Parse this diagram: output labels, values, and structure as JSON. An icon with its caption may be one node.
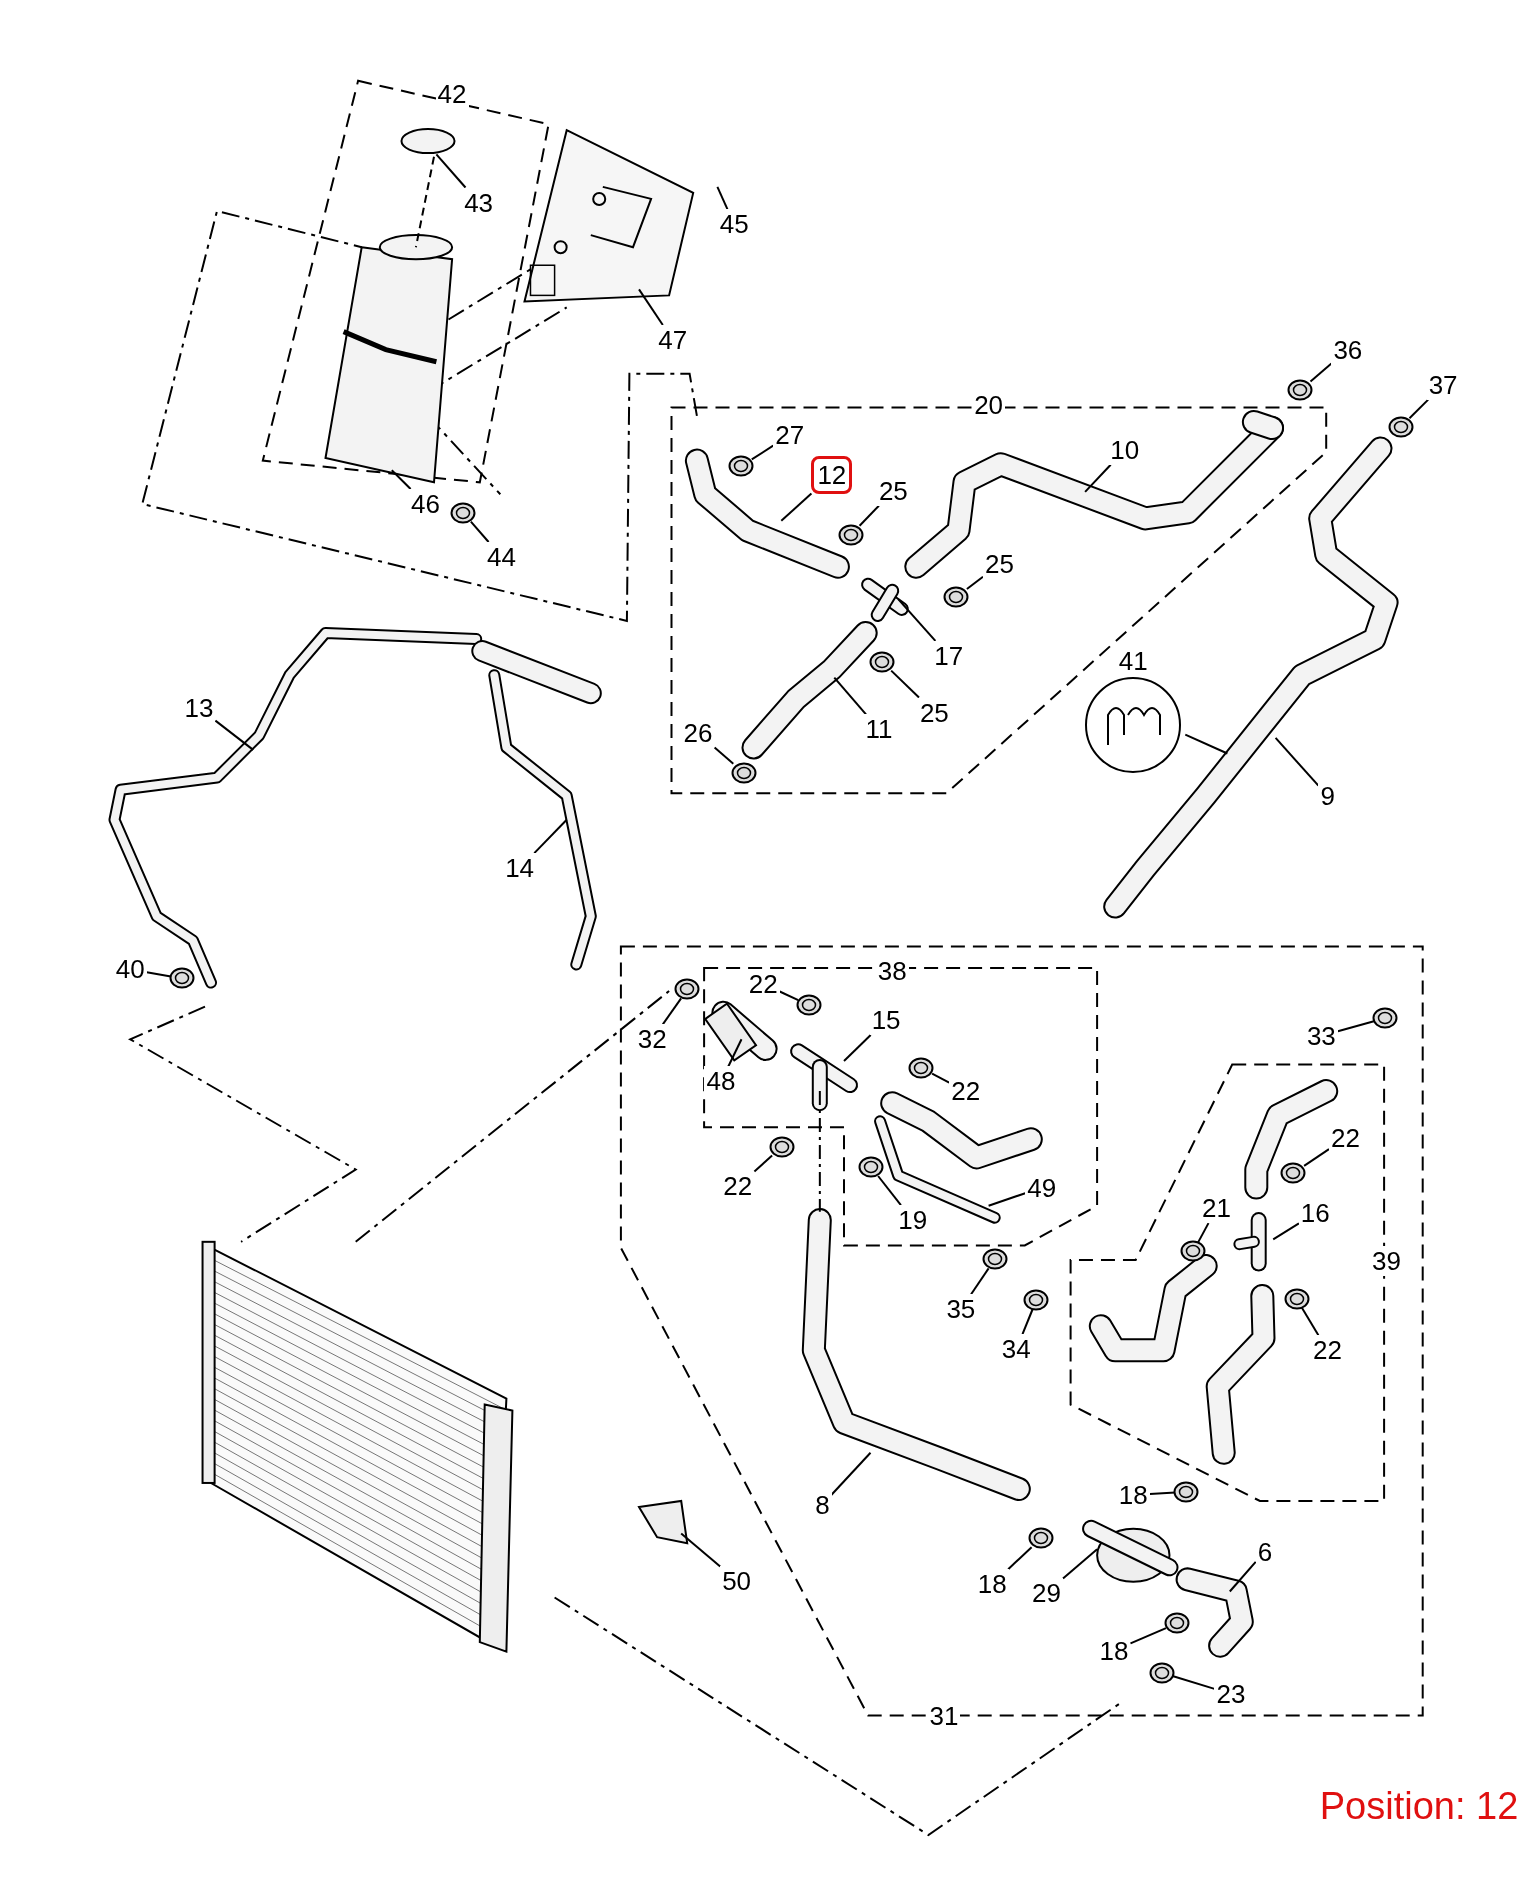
{
  "diagram": {
    "nodes": [
      {
        "text": [
          "43"
        ]
      },
      {
        "text": [
          "45"
        ]
      },
      {
        "text": [
          "47"
        ]
      },
      {
        "text": [
          "46"
        ]
      },
      {
        "text": [
          "44"
        ]
      },
      {
        "text": [
          "27"
        ]
      },
      {
        "text": [
          "12"
        ]
      },
      {
        "text": [
          "25"
        ]
      },
      {
        "text": [
          "10"
        ]
      },
      {
        "text": [
          "36"
        ]
      },
      {
        "text": [
          "37"
        ]
      },
      {
        "text": [
          "25"
        ]
      },
      {
        "text": [
          "17"
        ]
      },
      {
        "text": [
          "11"
        ]
      },
      {
        "text": [
          "25"
        ]
      },
      {
        "text": [
          "26"
        ]
      },
      {
        "text": [
          "41"
        ]
      },
      {
        "text": [
          "9"
        ]
      },
      {
        "text": [
          "13"
        ]
      },
      {
        "text": [
          "14"
        ]
      },
      {
        "text": [
          "40"
        ]
      },
      {
        "text": [
          "22"
        ]
      },
      {
        "text": [
          "15"
        ]
      },
      {
        "text": [
          "32"
        ]
      },
      {
        "text": [
          "48"
        ]
      },
      {
        "text": [
          "22"
        ]
      },
      {
        "text": [
          "22"
        ]
      },
      {
        "text": [
          "19"
        ]
      },
      {
        "text": [
          "49"
        ]
      },
      {
        "text": [
          "33"
        ]
      },
      {
        "text": [
          "22"
        ]
      },
      {
        "text": [
          "21"
        ]
      },
      {
        "text": [
          "16"
        ]
      },
      {
        "text": [
          "35"
        ]
      },
      {
        "text": [
          "34"
        ]
      },
      {
        "text": [
          "22"
        ]
      },
      {
        "text": [
          "8"
        ]
      },
      {
        "text": [
          "18"
        ]
      },
      {
        "text": [
          "50"
        ]
      },
      {
        "text": [
          "18"
        ]
      },
      {
        "text": [
          "29"
        ]
      },
      {
        "text": [
          "6"
        ]
      },
      {
        "text": [
          "18"
        ]
      },
      {
        "text": [
          "23"
        ]
      },
      {
        "text": [
          "42"
        ]
      },
      {
        "text": [
          "20"
        ]
      },
      {
        "text": [
          "38"
        ]
      },
      {
        "text": [
          "39"
        ]
      },
      {
        "text": [
          "31"
        ]
      },
      {
        "text": [],
        "shape": "circle"
      },
      {
        "text": [],
        "shape": "circle"
      },
      {
        "text": [],
        "shape": "circle"
      },
      {
        "text": [],
        "shape": "circle"
      },
      {
        "text": [],
        "shape": "circle"
      },
      {
        "text": [],
        "shape": "circle"
      },
      {
        "text": [],
        "shape": "circle"
      },
      {
        "text": [],
        "shape": "circle"
      },
      {
        "text": [],
        "shape": "circle"
      },
      {
        "text": [],
        "shape": "circle"
      },
      {
        "text": [],
        "shape": "circle"
      },
      {
        "text": [],
        "shape": "circle"
      },
      {
        "text": [],
        "shape": "circle"
      },
      {
        "text": [],
        "shape": "circle"
      },
      {
        "text": [],
        "shape": "circle"
      },
      {
        "text": [],
        "shape": "circle"
      },
      {
        "text": [],
        "shape": "circle"
      },
      {
        "text": [],
        "shape": "circle"
      },
      {
        "text": [],
        "shape": "circle"
      },
      {
        "text": [],
        "shape": "circle"
      },
      {
        "text": [],
        "shape": "circle"
      },
      {
        "text": [],
        "shape": "circle"
      },
      {
        "text": [],
        "shape": "circle"
      },
      {
        "text": [],
        "shape": "circle"
      }
    ],
    "edges": [
      {
        "from": 0,
        "to": null,
        "arrow": "none"
      },
      {
        "from": 1,
        "to": null,
        "arrow": "none"
      },
      {
        "from": 2,
        "to": null,
        "arrow": "none"
      },
      {
        "from": 3,
        "to": null,
        "arrow": "none"
      },
      {
        "from": 4,
        "to": 49,
        "arrow": "none"
      },
      {
        "from": 5,
        "to": 50,
        "arrow": "none"
      },
      {
        "from": 6,
        "to": null,
        "arrow": "none"
      },
      {
        "from": 7,
        "to": 51,
        "arrow": "none"
      },
      {
        "from": 8,
        "to": null,
        "arrow": "none"
      },
      {
        "from": 9,
        "to": 52,
        "arrow": "none"
      },
      {
        "from": 10,
        "to": 53,
        "arrow": "none"
      },
      {
        "from": 11,
        "to": 54,
        "arrow": "none"
      },
      {
        "from": 12,
        "to": null,
        "arrow": "none"
      },
      {
        "from": 13,
        "to": null,
        "arrow": "none"
      },
      {
        "from": 14,
        "to": 55,
        "arrow": "none"
      },
      {
        "from": 15,
        "to": 56,
        "arrow": "none"
      },
      {
        "from": 16,
        "to": null,
        "arrow": "none"
      },
      {
        "from": 17,
        "to": null,
        "arrow": "none"
      },
      {
        "from": 18,
        "to": null,
        "arrow": "none"
      },
      {
        "from": 19,
        "to": null,
        "arrow": "none"
      },
      {
        "from": 20,
        "to": 57,
        "arrow": "none"
      },
      {
        "from": 21,
        "to": 58,
        "arrow": "none"
      },
      {
        "from": 22,
        "to": null,
        "arrow": "none"
      },
      {
        "from": 23,
        "to": 59,
        "arrow": "none"
      },
      {
        "from": 24,
        "to": null,
        "arrow": "none"
      },
      {
        "from": 25,
        "to": 60,
        "arrow": "none"
      },
      {
        "from": 26,
        "to": 61,
        "arrow": "none"
      },
      {
        "from": 27,
        "to": 62,
        "arrow": "none"
      },
      {
        "from": 28,
        "to": null,
        "arrow": "none"
      },
      {
        "from": 29,
        "to": 63,
        "arrow": "none"
      },
      {
        "from": 30,
        "to": 64,
        "arrow": "none"
      },
      {
        "from": 31,
        "to": 65,
        "arrow": "none"
      },
      {
        "from": 32,
        "to": null,
        "arrow": "none"
      },
      {
        "from": 33,
        "to": 66,
        "arrow": "none"
      },
      {
        "from": 34,
        "to": 67,
        "arrow": "none"
      },
      {
        "from": 35,
        "to": 68,
        "arrow": "none"
      },
      {
        "from": 36,
        "to": null,
        "arrow": "none"
      },
      {
        "from": 37,
        "to": 69,
        "arrow": "none"
      },
      {
        "from": 38,
        "to": null,
        "arrow": "none"
      },
      {
        "from": 39,
        "to": 70,
        "arrow": "none"
      },
      {
        "from": 40,
        "to": null,
        "arrow": "none"
      },
      {
        "from": 41,
        "to": null,
        "arrow": "none"
      },
      {
        "from": 42,
        "to": 71,
        "arrow": "none"
      },
      {
        "from": 43,
        "to": 72,
        "arrow": "none"
      }
    ],
    "labels": [
      "Position: 12"
    ]
  }
}
